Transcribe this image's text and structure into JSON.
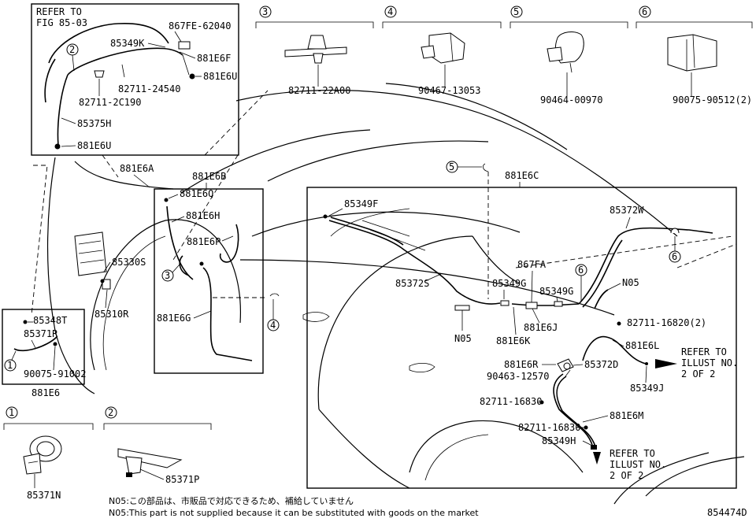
{
  "refer_fig": [
    "REFER TO",
    "FIG 85-03"
  ],
  "refer_illust_top": [
    "REFER TO",
    "ILLUST NO.",
    "2 OF 2"
  ],
  "refer_illust_bottom": [
    "REFER TO",
    "ILLUST NO.",
    "2 OF 2"
  ],
  "callouts": [
    "1",
    "2",
    "3",
    "4",
    "5",
    "6"
  ],
  "detail_headers": {
    "d3": "3",
    "d4": "4",
    "d5": "5",
    "d6": "6",
    "d1": "1",
    "d2": "2"
  },
  "detail_parts": {
    "d3": "82711-22A00",
    "d4": "90467-13053",
    "d5": "90464-00970",
    "d6": "90075-90512(2)",
    "d1": "85371N",
    "d2": "85371P"
  },
  "box_labels": {
    "top_left_box": "881E6A",
    "mid_box": "881E6B",
    "right_box": "881E6C",
    "small_box": "881E6"
  },
  "parts": {
    "p867FE": "867FE-62040",
    "p85349K": "85349K",
    "p881E6F": "881E6F",
    "p881E6U_a": "881E6U",
    "p82711_24540": "82711-24540",
    "p82711_2C190": "82711-2C190",
    "p85375H": "85375H",
    "p881E6U_b": "881E6U",
    "p881E6Q": "881E6Q",
    "p881E6H": "881E6H",
    "p881E6P": "881E6P",
    "p881E6G": "881E6G",
    "p85330S": "85330S",
    "p85310R": "85310R",
    "p85348T": "85348T",
    "p85371R": "85371R",
    "p90075_91002": "90075-91002",
    "p85349F": "85349F",
    "p85372W": "85372W",
    "p867FA": "867FA",
    "p85372S": "85372S",
    "p85349G_a": "85349G",
    "p85349G_b": "85349G",
    "pN05_a": "N05",
    "pN05_b": "N05",
    "p881E6J": "881E6J",
    "p881E6K": "881E6K",
    "p82711_16820": "82711-16820(2)",
    "p881E6L": "881E6L",
    "p881E6R": "881E6R",
    "p85372D": "85372D",
    "p90463_12570": "90463-12570",
    "p85349J": "85349J",
    "p82711_16830_a": "82711-16830",
    "p881E6M": "881E6M",
    "p82711_16830_b": "82711-16830",
    "p85349H": "85349H"
  },
  "notes": {
    "jp": "N05:この部品は、市販品で対応できるため、補給していません",
    "en": "N05:This part is not supplied because it can be substituted with goods on the market"
  },
  "diagram_id": "854474D"
}
